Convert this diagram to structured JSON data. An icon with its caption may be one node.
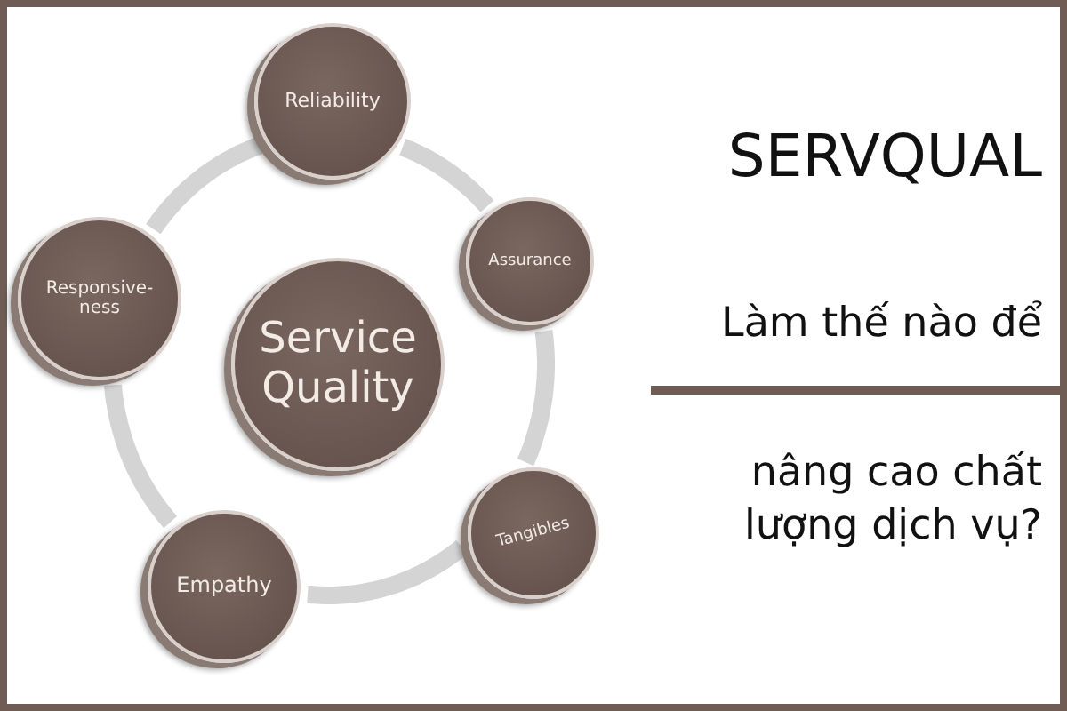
{
  "diagram": {
    "title": "SERVQUAL",
    "nodes": [
      {
        "text": [
          "Reliability"
        ]
      },
      {
        "text": [
          "Assurance"
        ]
      },
      {
        "text": [
          "Responsive- ness"
        ]
      },
      {
        "text": [
          "Service Quality"
        ]
      },
      {
        "text": [
          "Tangibles"
        ]
      },
      {
        "text": [
          "Empathy"
        ]
      }
    ],
    "edges": [
      {
        "from": 0,
        "to": 1,
        "arrow": "none"
      },
      {
        "from": 1,
        "to": 4,
        "arrow": "none"
      },
      {
        "from": 4,
        "to": 5,
        "arrow": "none"
      },
      {
        "from": 5,
        "to": 2,
        "arrow": "none"
      },
      {
        "from": 2,
        "to": 0,
        "arrow": "none"
      }
    ],
    "labels": [
      "Làm thế nào để",
      "nâng cao chất lượng dịch vụ?"
    ]
  }
}
